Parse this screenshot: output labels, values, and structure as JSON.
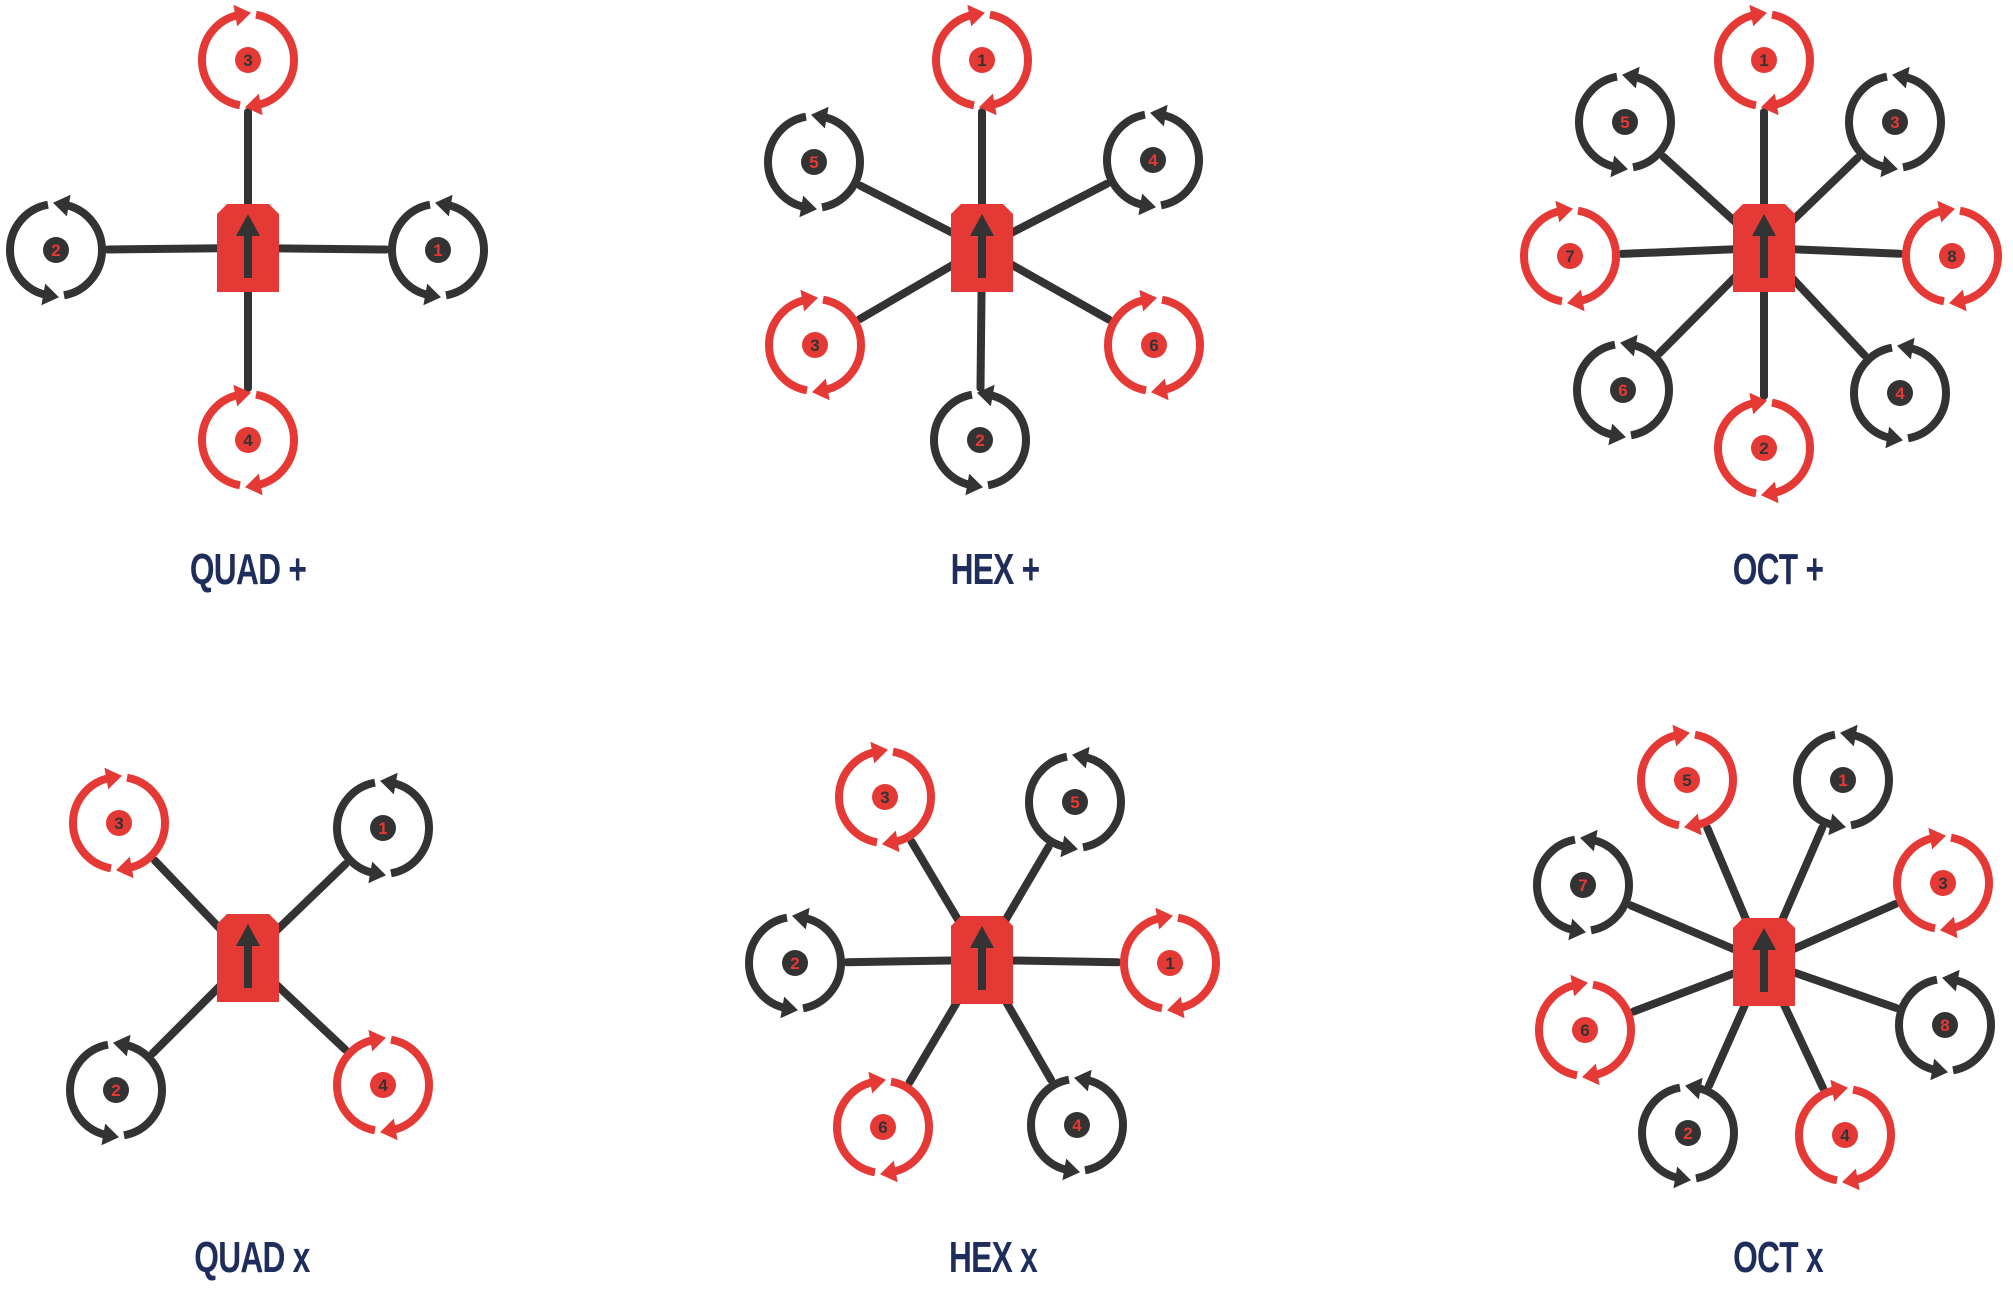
{
  "colors": {
    "cw_motor": "#e53935",
    "ccw_motor": "#333333",
    "frame": "#333333",
    "body": "#e53935",
    "caption": "#1f2d5c",
    "badge_number_on_dark": "#e53935",
    "badge_number_on_red": "#333333"
  },
  "diagrams": [
    {
      "id": "quad-plus",
      "label": "QUAD +",
      "motors": [
        {
          "number": "1",
          "direction": "ccw",
          "color": "dark"
        },
        {
          "number": "2",
          "direction": "ccw",
          "color": "dark"
        },
        {
          "number": "3",
          "direction": "cw",
          "color": "red"
        },
        {
          "number": "4",
          "direction": "cw",
          "color": "red"
        }
      ]
    },
    {
      "id": "hex-plus",
      "label": "HEX +",
      "motors": [
        {
          "number": "1",
          "direction": "cw",
          "color": "red"
        },
        {
          "number": "2",
          "direction": "ccw",
          "color": "dark"
        },
        {
          "number": "3",
          "direction": "cw",
          "color": "red"
        },
        {
          "number": "4",
          "direction": "ccw",
          "color": "dark"
        },
        {
          "number": "5",
          "direction": "ccw",
          "color": "dark"
        },
        {
          "number": "6",
          "direction": "cw",
          "color": "red"
        }
      ]
    },
    {
      "id": "oct-plus",
      "label": "OCT +",
      "motors": [
        {
          "number": "1",
          "direction": "cw",
          "color": "red"
        },
        {
          "number": "2",
          "direction": "cw",
          "color": "red"
        },
        {
          "number": "3",
          "direction": "ccw",
          "color": "dark"
        },
        {
          "number": "4",
          "direction": "ccw",
          "color": "dark"
        },
        {
          "number": "5",
          "direction": "ccw",
          "color": "dark"
        },
        {
          "number": "6",
          "direction": "ccw",
          "color": "dark"
        },
        {
          "number": "7",
          "direction": "cw",
          "color": "red"
        },
        {
          "number": "8",
          "direction": "cw",
          "color": "red"
        }
      ]
    },
    {
      "id": "quad-x",
      "label": "QUAD x",
      "motors": [
        {
          "number": "1",
          "direction": "ccw",
          "color": "dark"
        },
        {
          "number": "2",
          "direction": "ccw",
          "color": "dark"
        },
        {
          "number": "3",
          "direction": "cw",
          "color": "red"
        },
        {
          "number": "4",
          "direction": "cw",
          "color": "red"
        }
      ]
    },
    {
      "id": "hex-x",
      "label": "HEX x",
      "motors": [
        {
          "number": "1",
          "direction": "cw",
          "color": "red"
        },
        {
          "number": "2",
          "direction": "ccw",
          "color": "dark"
        },
        {
          "number": "3",
          "direction": "cw",
          "color": "red"
        },
        {
          "number": "4",
          "direction": "ccw",
          "color": "dark"
        },
        {
          "number": "5",
          "direction": "ccw",
          "color": "dark"
        },
        {
          "number": "6",
          "direction": "cw",
          "color": "red"
        }
      ]
    },
    {
      "id": "oct-x",
      "label": "OCT x",
      "motors": [
        {
          "number": "1",
          "direction": "ccw",
          "color": "dark"
        },
        {
          "number": "2",
          "direction": "ccw",
          "color": "dark"
        },
        {
          "number": "3",
          "direction": "cw",
          "color": "red"
        },
        {
          "number": "4",
          "direction": "cw",
          "color": "red"
        },
        {
          "number": "5",
          "direction": "cw",
          "color": "red"
        },
        {
          "number": "6",
          "direction": "cw",
          "color": "red"
        },
        {
          "number": "7",
          "direction": "ccw",
          "color": "dark"
        },
        {
          "number": "8",
          "direction": "ccw",
          "color": "dark"
        }
      ]
    }
  ],
  "icons": {
    "body": "direction-arrow-icon",
    "motor": "rotation-arrow-icon"
  }
}
